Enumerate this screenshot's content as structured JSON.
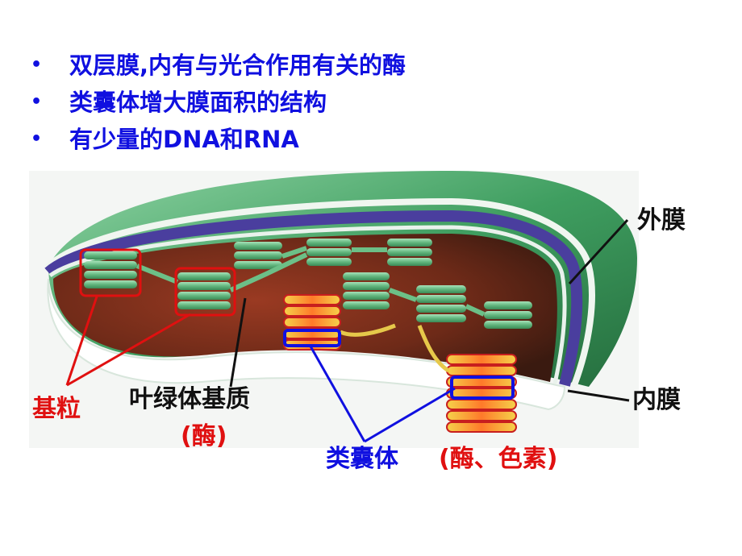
{
  "bullets": [
    {
      "text": "双层膜,内有与光合作用有关的酶"
    },
    {
      "text": "类囊体增大膜面积的结构"
    },
    {
      "text": "有少量的DNA和RNA"
    }
  ],
  "bullet_symbol": "•",
  "labels": {
    "outer_membrane": "外膜",
    "inner_membrane": "内膜",
    "granum": "基粒",
    "stroma": "叶绿体基质",
    "stroma_note": "(酶)",
    "thylakoid": "类囊体",
    "thylakoid_note": "(酶、色素)"
  },
  "colors": {
    "text_blue": "#1010e0",
    "label_red": "#e01010",
    "outer_green": "#3d9e5e",
    "membrane_purple": "#4a3e9e",
    "stroma_brown": "#7a2e1e",
    "granum_green": "#6fc48a"
  }
}
